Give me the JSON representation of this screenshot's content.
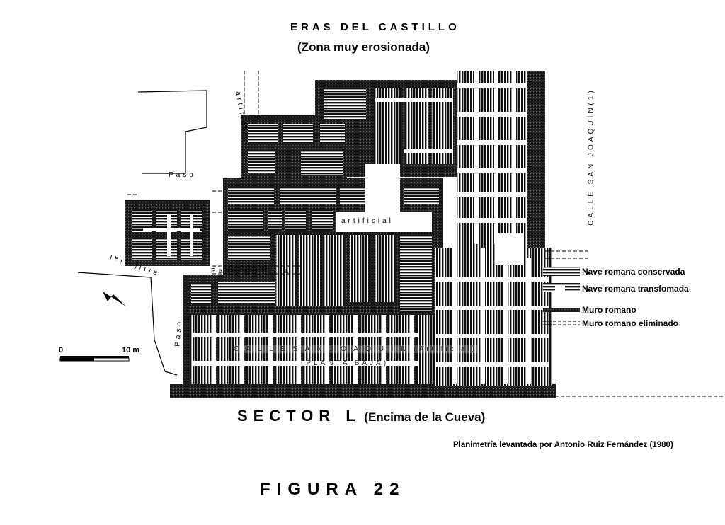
{
  "header": {
    "title": "ERAS DEL CASTILLO",
    "subtitle": "(Zona muy erosionada)"
  },
  "map_labels": {
    "street_right": "CALLE SAN JOAQUÍN(1)",
    "paso_artificial_top": "artificial",
    "paso_top": "Paso",
    "artificial_center": "artificial",
    "paso_artificial_mid": "Paso artificial",
    "artificial_left": "artificial",
    "paso_left": "Paso",
    "street_bottom": "C A L L E   S A N   J O A Q U Í N (Artificial)",
    "planta_baja": "(PLANTA BAJA)"
  },
  "legend": [
    {
      "label": "Nave romana conservada",
      "symbol": "striped"
    },
    {
      "label": "Nave romana transfomada",
      "symbol": "striped-gap"
    },
    {
      "label": "Muro romano",
      "symbol": "dark-wall"
    },
    {
      "label": "Muro romano eliminado",
      "symbol": "dashed"
    }
  ],
  "scale_bar": {
    "start": "0",
    "end": "10 m"
  },
  "sector": {
    "name": "SECTOR L",
    "detail": "(Encima de la Cueva)"
  },
  "credit": "Planimetría levantada por Antonio Ruiz Fernández (1980)",
  "figure": "FIGURA 22",
  "colors": {
    "ink": "#000000",
    "wall": "#1a1a1a",
    "paper": "#ffffff"
  }
}
